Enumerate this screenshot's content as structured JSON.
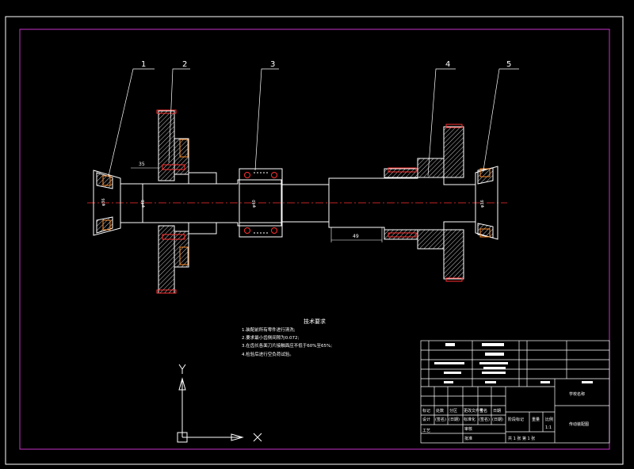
{
  "colors": {
    "background": "#000000",
    "outline": "#ffffff",
    "frame": "#c832c8",
    "red": "#ff3030",
    "orange": "#ff8c28",
    "hatch": "#ffffff"
  },
  "balloons": [
    "1",
    "2",
    "3",
    "4",
    "5"
  ],
  "dimensions": {
    "d35": "35",
    "d49": "49",
    "phi_left": "φ36",
    "phi_shaft": "φ48",
    "phi_mid": "φ40",
    "phi_right": "φ36"
  },
  "notes": {
    "title": "技术要求",
    "lines": [
      "1.装配前所有零件进行清洗;",
      "2.要求最小齿侧间隙为0.072;",
      "3.在齿长各面刀片接触面应不低于60%至65%;",
      "4.检验后进行空负荷试验。"
    ]
  },
  "title_block": {
    "school": "学校名称",
    "drawing_title": "传动装配图",
    "scale_label": "比例",
    "scale_value": "1:1",
    "weight_label": "重量",
    "stage_label": "阶段标记",
    "sheet_text": "共 1 张  第 1 张",
    "rev_headers": [
      "标记",
      "处数",
      "分区",
      "更改文件号",
      "签名",
      "日期"
    ],
    "sign_rows": [
      "设计",
      "(签名)",
      "(日期)",
      "标准化",
      "(签名)",
      "(日期)"
    ],
    "check_label": "审核",
    "process_label": "工艺",
    "approve_label": "批准"
  },
  "ucs": {
    "x_label": "X",
    "y_label": "Y"
  }
}
